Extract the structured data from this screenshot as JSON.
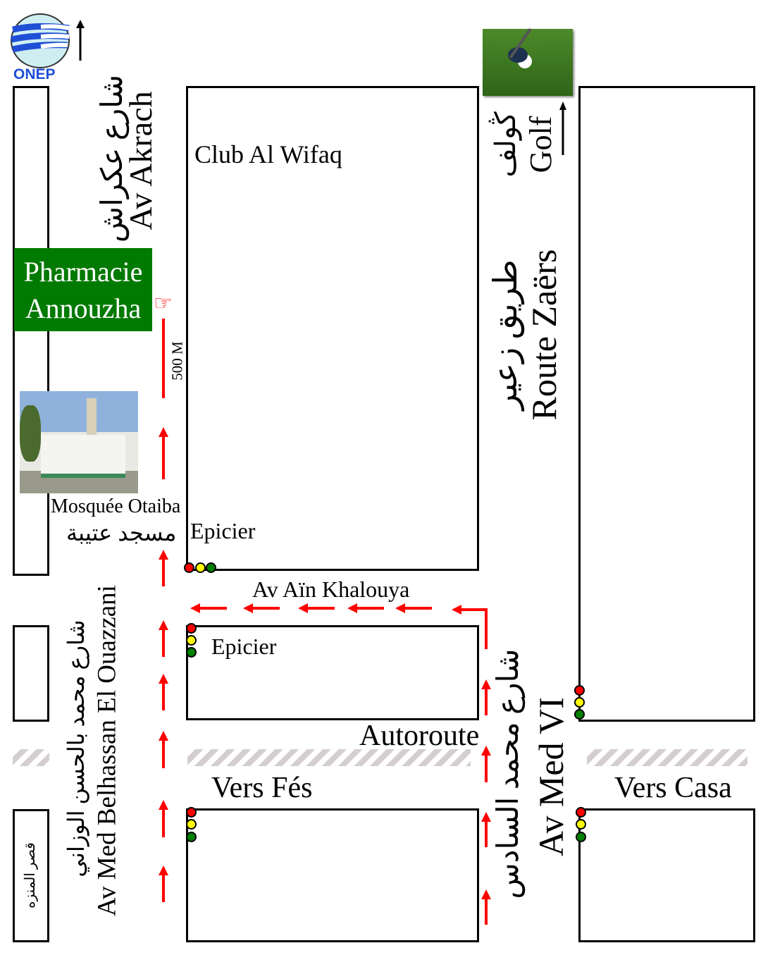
{
  "logo": {
    "text": "ONEP"
  },
  "streets": {
    "av_akrach": {
      "fr": "Av Akrach",
      "ar": "شارع عكراش"
    },
    "route_zaers": {
      "fr": "Route Zaërs",
      "ar": "طريق زعير"
    },
    "golf": {
      "fr": "Golf",
      "ar": "ڭولف"
    },
    "av_belhassan": {
      "fr": "Av Med Belhassan El Ouazzani",
      "ar": "شارع محمد بالحسن الوزاني"
    },
    "av_med_vi": {
      "fr": "Av Med VI",
      "ar": "شارع محمد السادس"
    },
    "av_ain_khalouya": {
      "fr": "Av Aïn Khalouya"
    },
    "autoroute": {
      "fr": "Autoroute"
    }
  },
  "places": {
    "club": "Club Al Wifaq",
    "pharmacy_line1": "Pharmacie",
    "pharmacy_line2": "Annouzha",
    "mosque_fr": "Mosquée Otaiba",
    "mosque_ar": "مسجد عتيبة",
    "epicier1": "Epicier",
    "epicier2": "Epicier",
    "ksar": "قصر المنزه"
  },
  "directions": {
    "fes": "Vers Fés",
    "casa": "Vers Casa"
  },
  "distance": "500 M",
  "colors": {
    "pharmacy": "#007a00",
    "route": "#ff0000",
    "red": "#ff0000",
    "yellow": "#ffff00",
    "green": "#008000"
  }
}
